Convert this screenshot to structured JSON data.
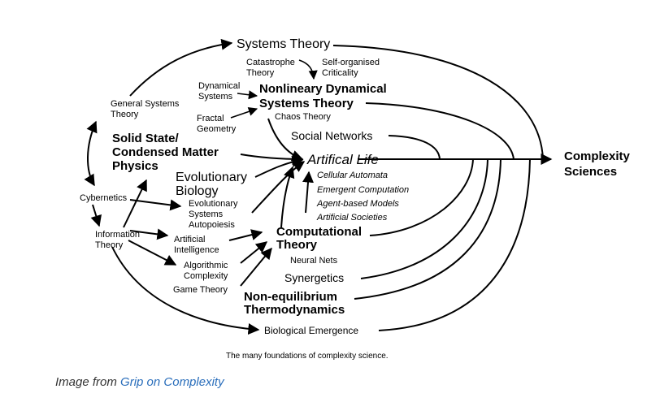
{
  "diagram": {
    "nodes": {
      "systems_theory": "Systems Theory",
      "catastrophe": [
        "Catastrophe",
        "Theory"
      ],
      "self_organised": [
        "Self-organised",
        "Criticality"
      ],
      "dynamical_systems": [
        "Dynamical",
        "Systems"
      ],
      "nonlinear": [
        "Nonlineary Dynamical",
        "Systems Theory"
      ],
      "general_systems": [
        "General Systems",
        "Theory"
      ],
      "fractal": [
        "Fractal",
        "Geometry"
      ],
      "chaos": "Chaos Theory",
      "social_networks": "Social Networks",
      "solid_state": [
        "Solid State/",
        "Condensed Matter",
        "Physics"
      ],
      "artificial_life": "Artifical Life",
      "complexity": [
        "Complexity",
        "Sciences"
      ],
      "evolutionary_biology": [
        "Evolutionary",
        "Biology"
      ],
      "alife_sub": [
        "Cellular Automata",
        "Emergent Computation",
        "Agent-based Models",
        "Artificial Societies"
      ],
      "cybernetics": "Cybernetics",
      "evo_systems": [
        "Evolutionary",
        "Systems",
        "Autopoiesis"
      ],
      "information": [
        "Information",
        "Theory"
      ],
      "ai": [
        "Artificial",
        "Intelligence"
      ],
      "computational": [
        "Computational",
        "Theory"
      ],
      "neural_nets": "Neural Nets",
      "algorithmic": [
        "Algorithmic",
        "Complexity"
      ],
      "synergetics": "Synergetics",
      "game_theory": "Game Theory",
      "non_equilibrium": [
        "Non-equilibrium",
        "Thermodynamics"
      ],
      "biological_emergence": "Biological Emergence"
    },
    "caption": "The many foundations of complexity science."
  },
  "attribution": {
    "prefix": "Image from ",
    "link_text": "Grip on Complexity"
  }
}
